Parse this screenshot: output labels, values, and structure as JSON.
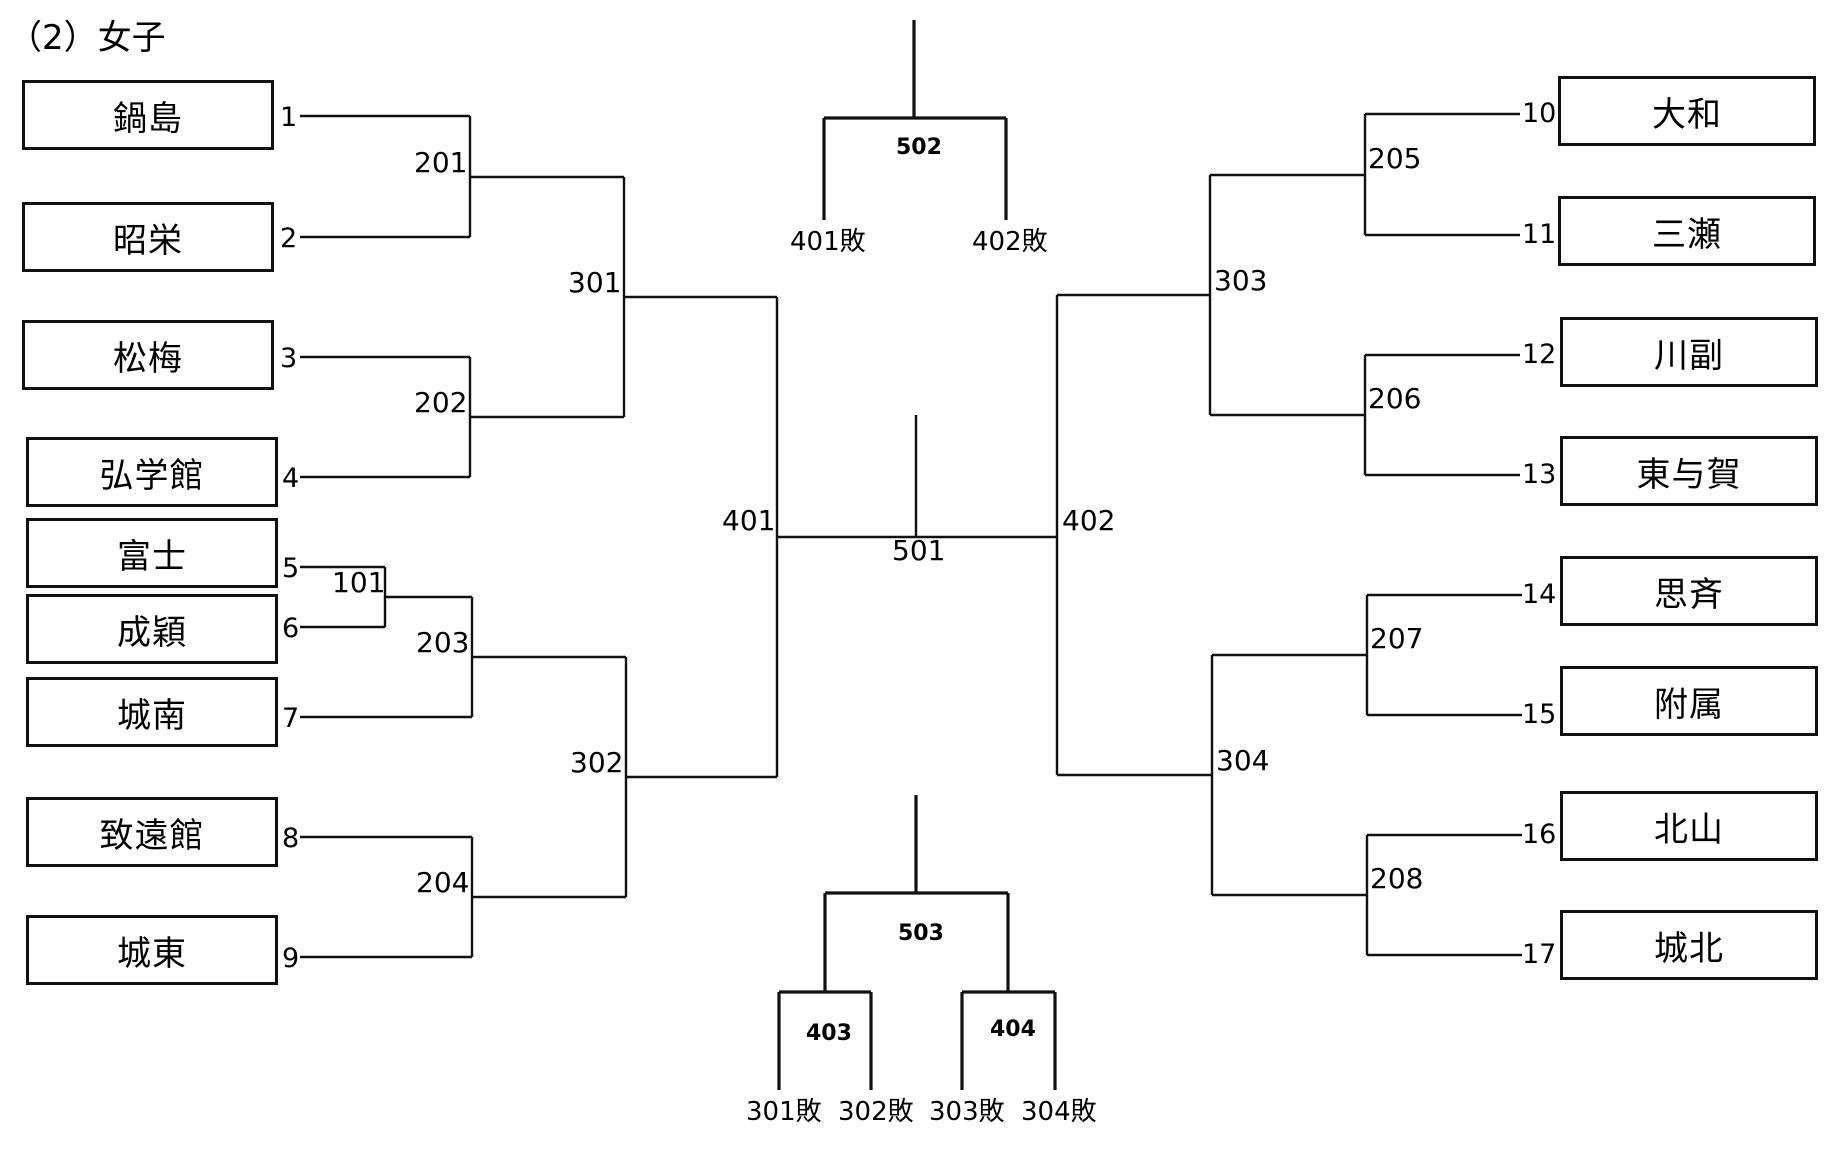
{
  "title": "（2）女子",
  "left_teams": [
    "鍋島",
    "昭栄",
    "松梅",
    "弘学館",
    "富士",
    "成穎",
    "城南",
    "致遠館",
    "城東"
  ],
  "right_teams": [
    "大和",
    "三瀬",
    "川副",
    "東与賀",
    "思斉",
    "附属",
    "北山",
    "城北"
  ],
  "seeds": [
    "1",
    "2",
    "3",
    "4",
    "5",
    "6",
    "7",
    "8",
    "9",
    "10",
    "11",
    "12",
    "13",
    "14",
    "15",
    "16",
    "17"
  ],
  "matches": {
    "m101": "101",
    "m201": "201",
    "m202": "202",
    "m203": "203",
    "m204": "204",
    "m205": "205",
    "m206": "206",
    "m207": "207",
    "m208": "208",
    "m301": "301",
    "m302": "302",
    "m303": "303",
    "m304": "304",
    "m401": "401",
    "m402": "402",
    "m403": "403",
    "m404": "404",
    "m501": "501",
    "m502": "502",
    "m503": "503"
  },
  "losers": {
    "l401": "401敗",
    "l402": "402敗",
    "l301": "301敗",
    "l302": "302敗",
    "l303": "303敗",
    "l304": "304敗"
  }
}
